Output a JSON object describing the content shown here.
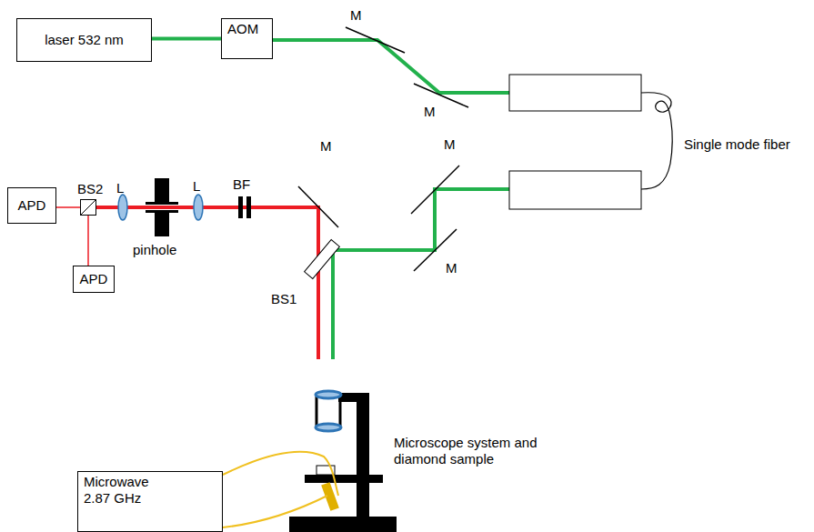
{
  "diagram": {
    "nodes": [
      {
        "text": [
          "laser 532 nm"
        ]
      },
      {
        "text": [
          "AOM"
        ]
      },
      {
        "text": [
          "APD"
        ]
      },
      {
        "text": [
          "BS2"
        ]
      },
      {
        "text": [
          "APD"
        ]
      },
      {
        "text": [
          "Microwave",
          "2.87 GHz"
        ]
      }
    ],
    "edges": [
      {
        "from": 0,
        "to": 1,
        "arrow": "none"
      },
      {
        "from": 3,
        "to": 2,
        "arrow": "none"
      },
      {
        "from": 3,
        "to": 4,
        "arrow": "none"
      }
    ],
    "labels": [
      "M",
      "M",
      "M",
      "M",
      "L",
      "L",
      "BF",
      "BS1",
      "pinhole",
      "M",
      "Single mode fiber",
      "Microscope system and diamond sample"
    ]
  }
}
